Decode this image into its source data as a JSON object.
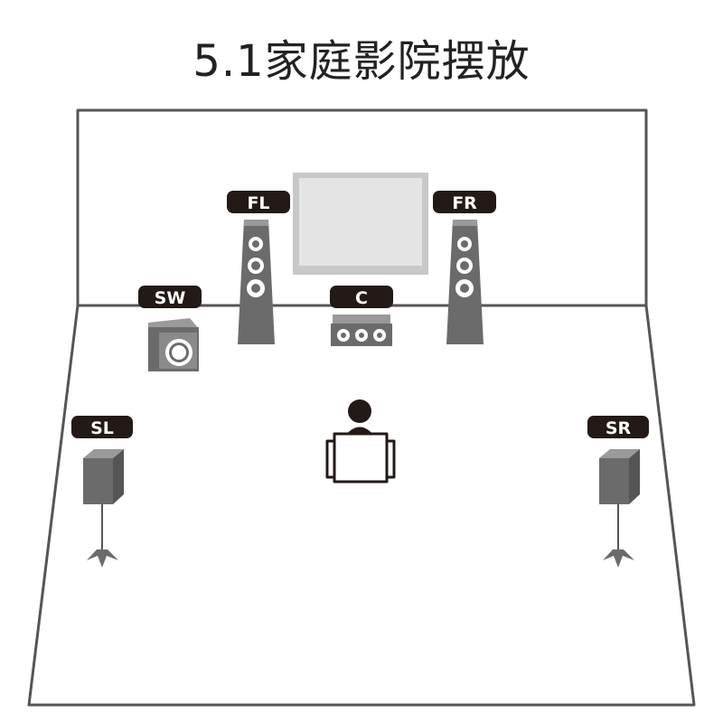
{
  "title": "5.1家庭影院摆放",
  "speakers": {
    "fl": "FL",
    "fr": "FR",
    "sw": "SW",
    "c": "C",
    "sl": "SL",
    "sr": "SR"
  },
  "colors": {
    "outline": "#555555",
    "speaker": "#6b6b6b",
    "label_bg": "#231916",
    "tv_frame": "#c8c8c8",
    "tv_screen": "#e3e3e3"
  }
}
